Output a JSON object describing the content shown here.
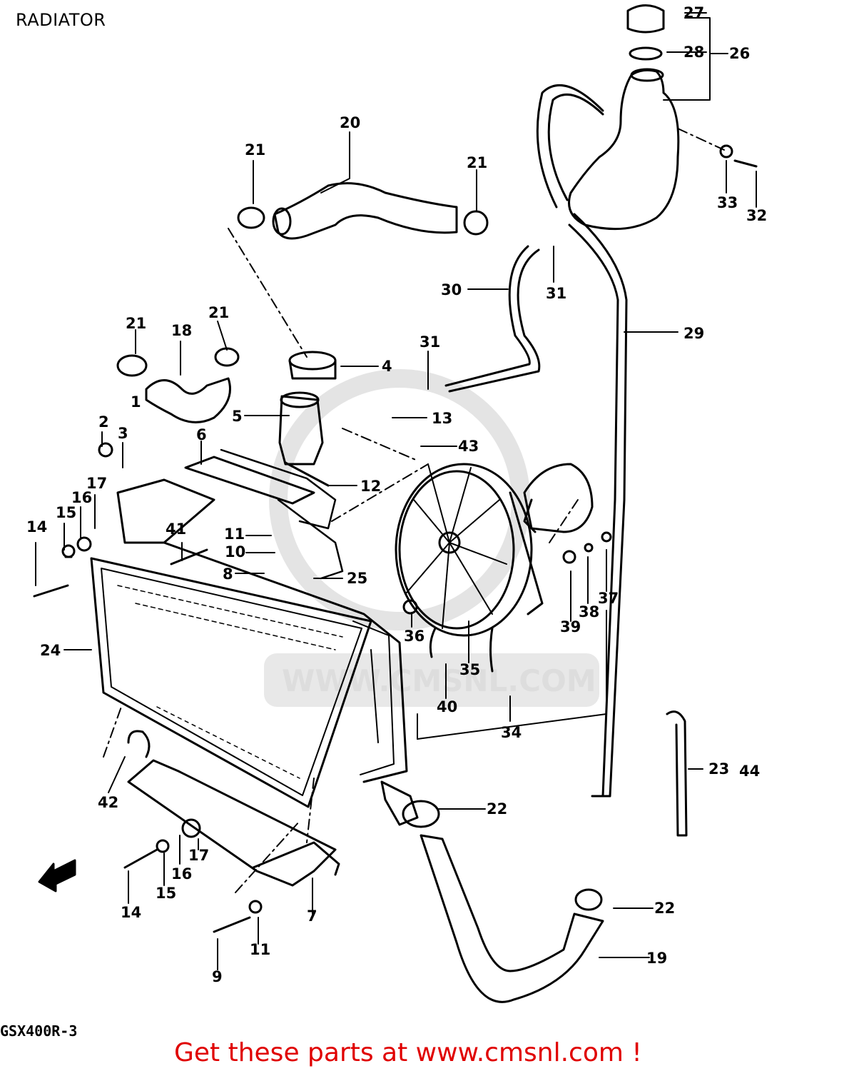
{
  "title": "RADIATOR",
  "model_code": "GSX400R-3",
  "promo": "Get these parts at www.cmsnl.com !",
  "watermark": "WWW.CMSNL.COM",
  "callouts": [
    "1",
    "2",
    "3",
    "4",
    "5",
    "6",
    "7",
    "8",
    "9",
    "10",
    "11",
    "12",
    "13",
    "14",
    "15",
    "16",
    "17",
    "18",
    "19",
    "20",
    "21",
    "22",
    "23",
    "24",
    "25",
    "26",
    "27",
    "28",
    "29",
    "30",
    "31",
    "32",
    "33",
    "34",
    "35",
    "36",
    "37",
    "38",
    "39",
    "40",
    "41",
    "42",
    "43",
    "44"
  ],
  "colors": {
    "promo": "#e00000",
    "lines": "#000000",
    "watermark": "#dddddd"
  }
}
